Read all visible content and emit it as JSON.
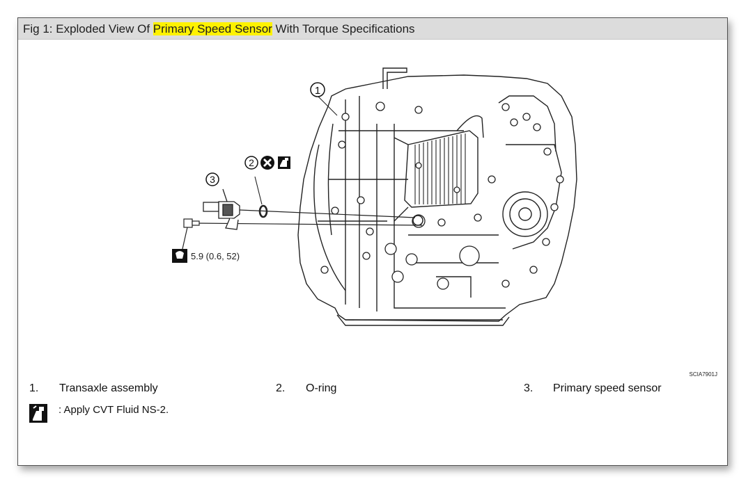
{
  "figure": {
    "title_prefix": "Fig 1: Exploded View Of ",
    "title_highlight": "Primary Speed Sensor",
    "title_suffix": " With Torque Specifications",
    "callouts": [
      "1",
      "2",
      "3"
    ],
    "torque_label": "5.9 (0.6, 52)",
    "ref_code": "SCIA7901J"
  },
  "legend": {
    "items": [
      {
        "num": "1.",
        "label": "Transaxle assembly"
      },
      {
        "num": "2.",
        "label": "O-ring"
      },
      {
        "num": "3.",
        "label": "Primary speed sensor"
      }
    ],
    "note": ": Apply CVT Fluid NS-2."
  },
  "colors": {
    "title_bar": "#dcdcdc",
    "highlight": "#fff200",
    "line_art": "#222222"
  }
}
